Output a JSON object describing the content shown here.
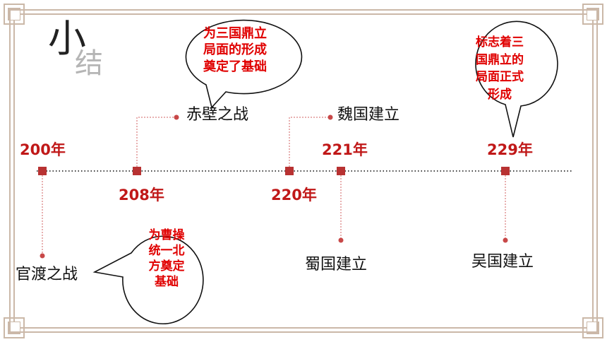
{
  "slide": {
    "title_char_1": "小",
    "title_char_2": "结"
  },
  "timeline": {
    "years": {
      "y200": "200年",
      "y208": "208年",
      "y220": "220年",
      "y221": "221年",
      "y229": "229年"
    },
    "events": {
      "guandu": "官渡之战",
      "chibi": "赤壁之战",
      "wei": "魏国建立",
      "shu": "蜀国建立",
      "wu": "吴国建立"
    }
  },
  "bubbles": {
    "guandu_note": [
      "为曹操",
      "统一北",
      "方奠定",
      "基础"
    ],
    "chibi_note": [
      "为三国鼎立",
      "局面的形成",
      "奠定了基础"
    ],
    "wu_note": [
      "标志着三",
      "国鼎立的",
      "局面正式",
      "形成"
    ]
  },
  "colors": {
    "accent_red": "#c01818",
    "marker_red": "#b83232",
    "border_tan": "#cbb8a8",
    "bubble_text": "#e00000"
  }
}
